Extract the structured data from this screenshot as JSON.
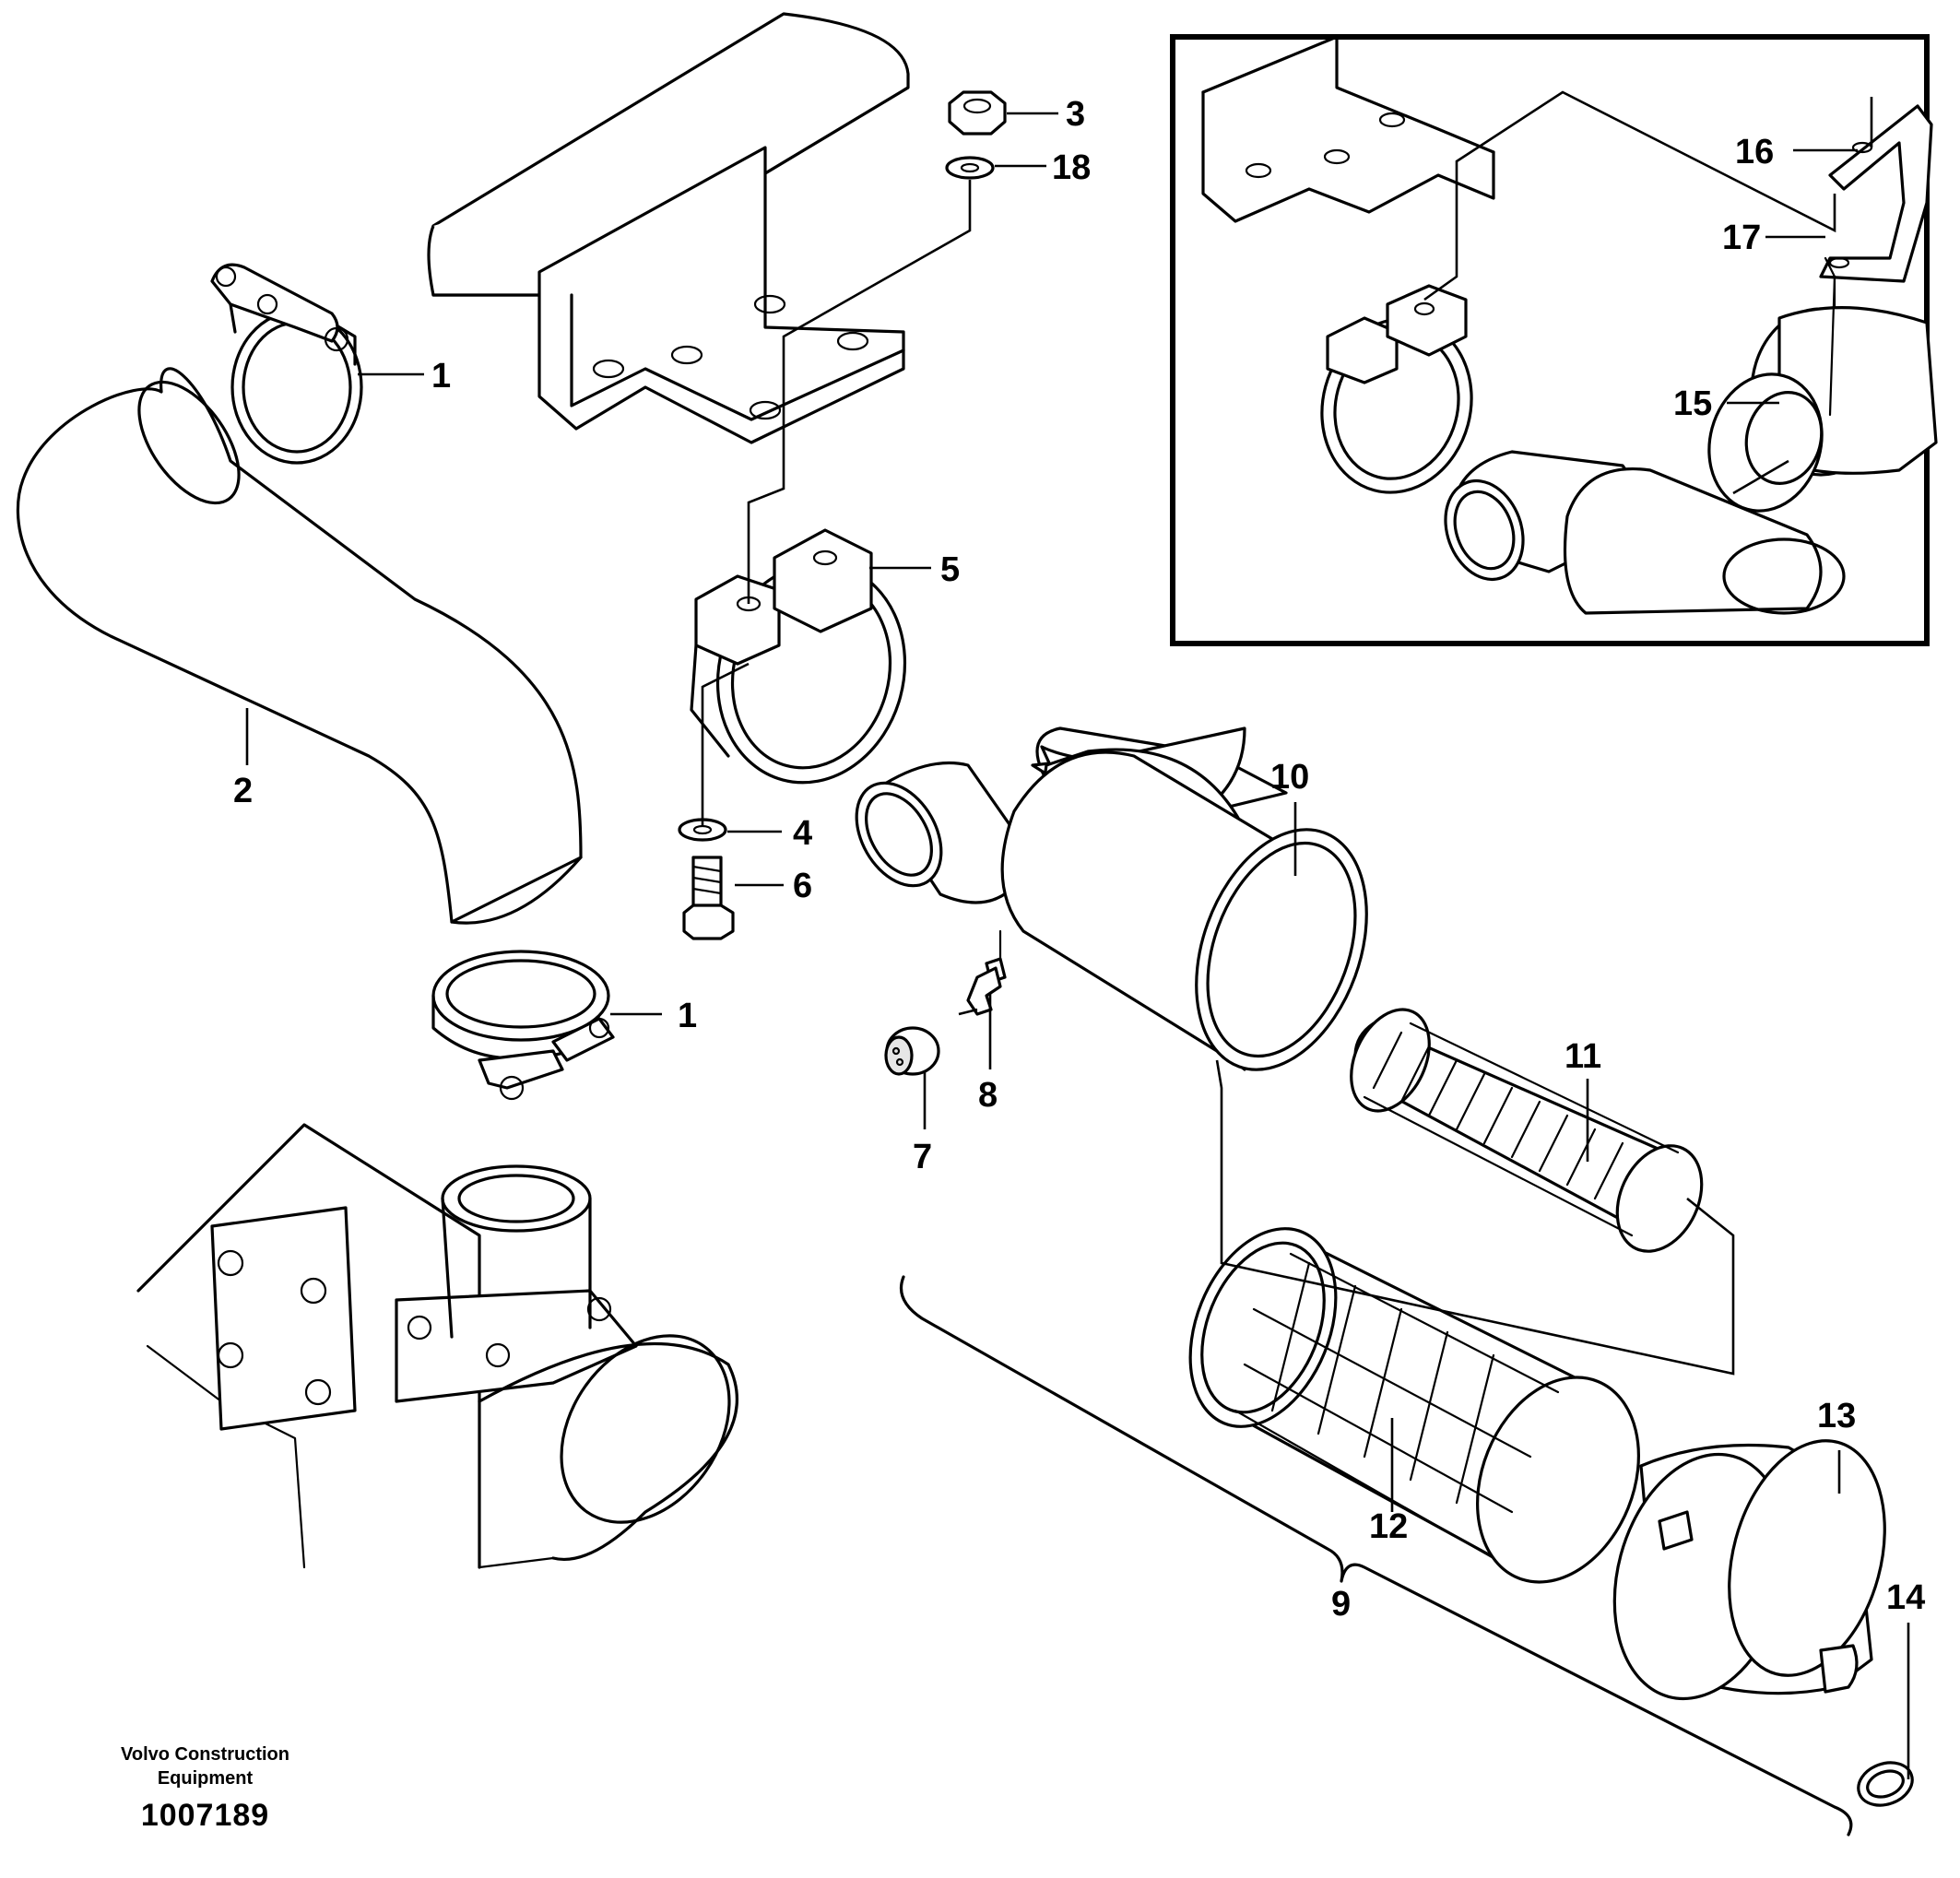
{
  "callouts": {
    "c1a": "1",
    "c1b": "1",
    "c2": "2",
    "c3": "3",
    "c4": "4",
    "c5": "5",
    "c6": "6",
    "c7": "7",
    "c8": "8",
    "c9": "9",
    "c10": "10",
    "c11": "11",
    "c12": "12",
    "c13": "13",
    "c14": "14",
    "c15": "15",
    "c16": "16",
    "c17": "17",
    "c18": "18"
  },
  "footer": {
    "brand_line1": "Volvo Construction",
    "brand_line2": "Equipment",
    "doc_number": "1007189"
  }
}
